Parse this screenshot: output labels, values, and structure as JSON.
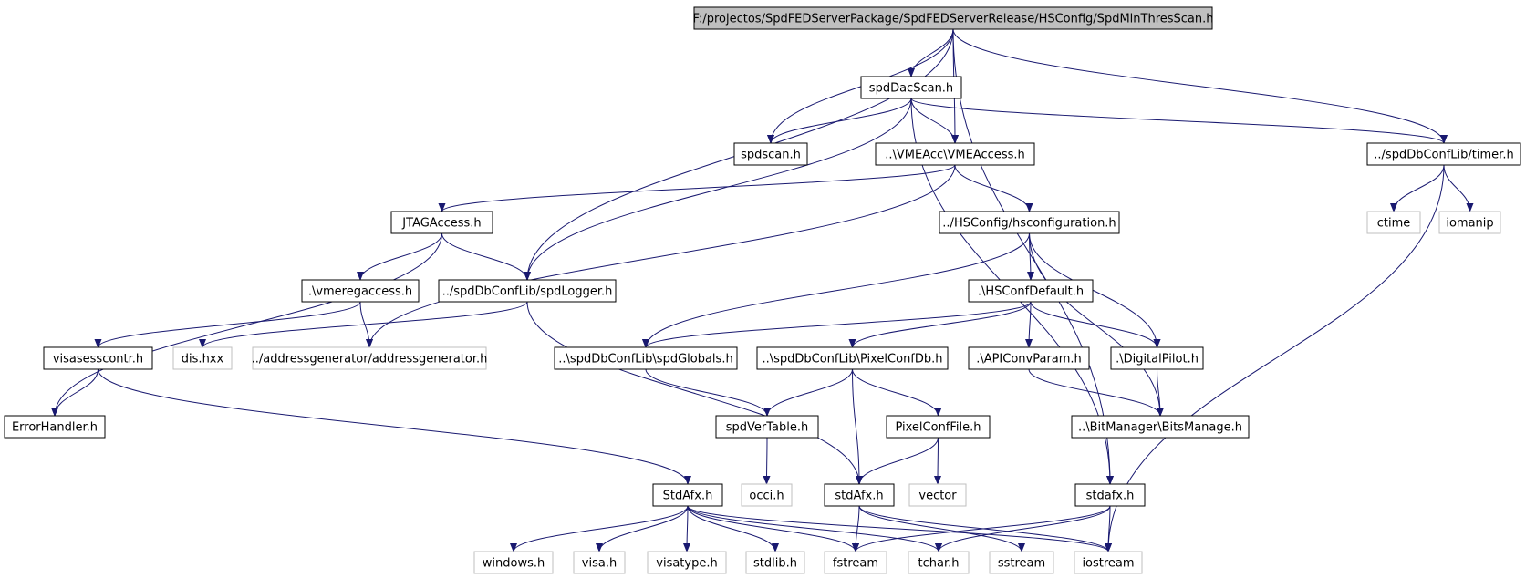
{
  "colors": {
    "edge": "#191970",
    "root_fill": "#bfbfbf",
    "node_fill": "#ffffff",
    "node_border": "#000000",
    "ext_border": "#bfbfbf",
    "text": "#000000"
  },
  "nodes": [
    {
      "id": "root",
      "label": "F:/projectos/SpdFEDServerPackage/SpdFEDServerRelease/HSConfig/SpdMinThresScan.h",
      "kind": "root"
    },
    {
      "id": "spdDacScan",
      "label": "spdDacScan.h",
      "kind": "local"
    },
    {
      "id": "spdscan",
      "label": "spdscan.h",
      "kind": "local"
    },
    {
      "id": "VMEAccess",
      "label": "..\\VMEAcc\\VMEAccess.h",
      "kind": "local"
    },
    {
      "id": "timer",
      "label": "../spdDbConfLib/timer.h",
      "kind": "local"
    },
    {
      "id": "JTAGAccess",
      "label": "JTAGAccess.h",
      "kind": "local"
    },
    {
      "id": "hsconfiguration",
      "label": "../HSConfig/hsconfiguration.h",
      "kind": "local"
    },
    {
      "id": "ctime",
      "label": "ctime",
      "kind": "ext"
    },
    {
      "id": "iomanip",
      "label": "iomanip",
      "kind": "ext"
    },
    {
      "id": "vmeregaccess",
      "label": ".\\vmeregaccess.h",
      "kind": "local"
    },
    {
      "id": "spdLogger",
      "label": "../spdDbConfLib/spdLogger.h",
      "kind": "local"
    },
    {
      "id": "HSConfDefault",
      "label": ".\\HSConfDefault.h",
      "kind": "local"
    },
    {
      "id": "visasesscontr",
      "label": "visasesscontr.h",
      "kind": "local"
    },
    {
      "id": "dis",
      "label": "dis.hxx",
      "kind": "ext"
    },
    {
      "id": "addressgenerator",
      "label": "../addressgenerator/addressgenerator.h",
      "kind": "ext"
    },
    {
      "id": "spdGlobals",
      "label": "..\\spdDbConfLib\\spdGlobals.h",
      "kind": "local"
    },
    {
      "id": "PixelConfDb",
      "label": "..\\spdDbConfLib\\PixelConfDb.h",
      "kind": "local"
    },
    {
      "id": "APIConvParam",
      "label": ".\\APIConvParam.h",
      "kind": "local"
    },
    {
      "id": "DigitalPilot",
      "label": ".\\DigitalPilot.h",
      "kind": "local"
    },
    {
      "id": "ErrorHandler",
      "label": "ErrorHandler.h",
      "kind": "local"
    },
    {
      "id": "spdVerTable",
      "label": "spdVerTable.h",
      "kind": "local"
    },
    {
      "id": "PixelConfFile",
      "label": "PixelConfFile.h",
      "kind": "local"
    },
    {
      "id": "BitsManage",
      "label": "..\\BitManager\\BitsManage.h",
      "kind": "local"
    },
    {
      "id": "StdAfxU",
      "label": "StdAfx.h",
      "kind": "local"
    },
    {
      "id": "occi",
      "label": "occi.h",
      "kind": "ext"
    },
    {
      "id": "stdAfxM",
      "label": "stdAfx.h",
      "kind": "local"
    },
    {
      "id": "vector",
      "label": "vector",
      "kind": "ext"
    },
    {
      "id": "stdafxL",
      "label": "stdafx.h",
      "kind": "local"
    },
    {
      "id": "windows",
      "label": "windows.h",
      "kind": "ext"
    },
    {
      "id": "visa",
      "label": "visa.h",
      "kind": "ext"
    },
    {
      "id": "visatype",
      "label": "visatype.h",
      "kind": "ext"
    },
    {
      "id": "stdlib",
      "label": "stdlib.h",
      "kind": "ext"
    },
    {
      "id": "fstream",
      "label": "fstream",
      "kind": "ext"
    },
    {
      "id": "tchar",
      "label": "tchar.h",
      "kind": "ext"
    },
    {
      "id": "sstream",
      "label": "sstream",
      "kind": "ext"
    },
    {
      "id": "iostream",
      "label": "iostream",
      "kind": "ext"
    }
  ],
  "edges": [
    [
      "root",
      "spdDacScan"
    ],
    [
      "root",
      "spdscan"
    ],
    [
      "root",
      "VMEAccess"
    ],
    [
      "root",
      "timer"
    ],
    [
      "root",
      "spdLogger"
    ],
    [
      "root",
      "stdafxL"
    ],
    [
      "spdDacScan",
      "spdscan"
    ],
    [
      "spdDacScan",
      "VMEAccess"
    ],
    [
      "spdDacScan",
      "timer"
    ],
    [
      "spdDacScan",
      "spdLogger"
    ],
    [
      "spdDacScan",
      "stdafxL"
    ],
    [
      "VMEAccess",
      "JTAGAccess"
    ],
    [
      "VMEAccess",
      "hsconfiguration"
    ],
    [
      "VMEAccess",
      "addressgenerator"
    ],
    [
      "timer",
      "ctime"
    ],
    [
      "timer",
      "iomanip"
    ],
    [
      "timer",
      "iostream"
    ],
    [
      "JTAGAccess",
      "vmeregaccess"
    ],
    [
      "JTAGAccess",
      "spdLogger"
    ],
    [
      "JTAGAccess",
      "ErrorHandler"
    ],
    [
      "hsconfiguration",
      "HSConfDefault"
    ],
    [
      "hsconfiguration",
      "spdGlobals"
    ],
    [
      "hsconfiguration",
      "DigitalPilot"
    ],
    [
      "hsconfiguration",
      "BitsManage"
    ],
    [
      "vmeregaccess",
      "visasesscontr"
    ],
    [
      "vmeregaccess",
      "addressgenerator"
    ],
    [
      "spdLogger",
      "dis"
    ],
    [
      "spdLogger",
      "stdAfxM"
    ],
    [
      "HSConfDefault",
      "spdGlobals"
    ],
    [
      "HSConfDefault",
      "PixelConfDb"
    ],
    [
      "HSConfDefault",
      "APIConvParam"
    ],
    [
      "HSConfDefault",
      "DigitalPilot"
    ],
    [
      "visasesscontr",
      "ErrorHandler"
    ],
    [
      "visasesscontr",
      "StdAfxU"
    ],
    [
      "spdGlobals",
      "spdVerTable"
    ],
    [
      "PixelConfDb",
      "spdVerTable"
    ],
    [
      "PixelConfDb",
      "PixelConfFile"
    ],
    [
      "PixelConfDb",
      "stdAfxM"
    ],
    [
      "APIConvParam",
      "BitsManage"
    ],
    [
      "DigitalPilot",
      "BitsManage"
    ],
    [
      "spdVerTable",
      "occi"
    ],
    [
      "PixelConfFile",
      "stdAfxM"
    ],
    [
      "PixelConfFile",
      "vector"
    ],
    [
      "StdAfxU",
      "windows"
    ],
    [
      "StdAfxU",
      "visa"
    ],
    [
      "StdAfxU",
      "visatype"
    ],
    [
      "StdAfxU",
      "stdlib"
    ],
    [
      "StdAfxU",
      "fstream"
    ],
    [
      "StdAfxU",
      "tchar"
    ],
    [
      "StdAfxU",
      "iostream"
    ],
    [
      "stdAfxM",
      "fstream"
    ],
    [
      "stdAfxM",
      "sstream"
    ],
    [
      "stdAfxM",
      "iostream"
    ],
    [
      "stdafxL",
      "fstream"
    ],
    [
      "stdafxL",
      "tchar"
    ],
    [
      "stdafxL",
      "iostream"
    ]
  ]
}
